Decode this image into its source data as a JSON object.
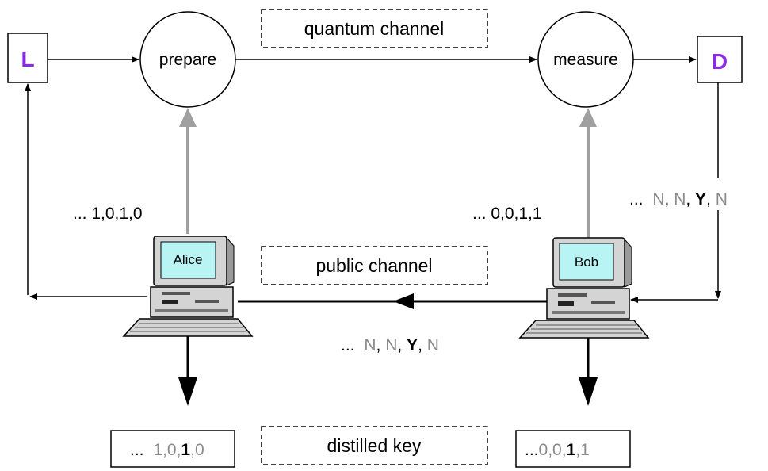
{
  "nodes": {
    "laser": "L",
    "detector": "D",
    "prepare": "prepare",
    "measure": "measure"
  },
  "channels": {
    "quantum": "quantum channel",
    "public": "public channel",
    "distilled": "distilled key"
  },
  "computers": {
    "alice": "Alice",
    "bob": "Bob"
  },
  "sequences": {
    "alice_bits": "... 1,0,1,0",
    "bob_bits": "... 0,0,1,1",
    "detector_prefix": "...",
    "detector_items": [
      "N",
      "N",
      "Y",
      "N"
    ],
    "public_prefix": "...",
    "public_items": [
      "N",
      "N",
      "Y",
      "N"
    ]
  },
  "keys": {
    "alice_prefix": "...",
    "alice_items": [
      "1",
      "0",
      "1",
      "0"
    ],
    "bob_prefix": "...",
    "bob_items": [
      "0",
      "0",
      "1",
      "1"
    ]
  },
  "colors": {
    "accent_letter": "#8a2be2",
    "grey_text": "#8a8a8a",
    "grey_arrow": "#a0a0a0",
    "screen": "#b8f4f4"
  }
}
